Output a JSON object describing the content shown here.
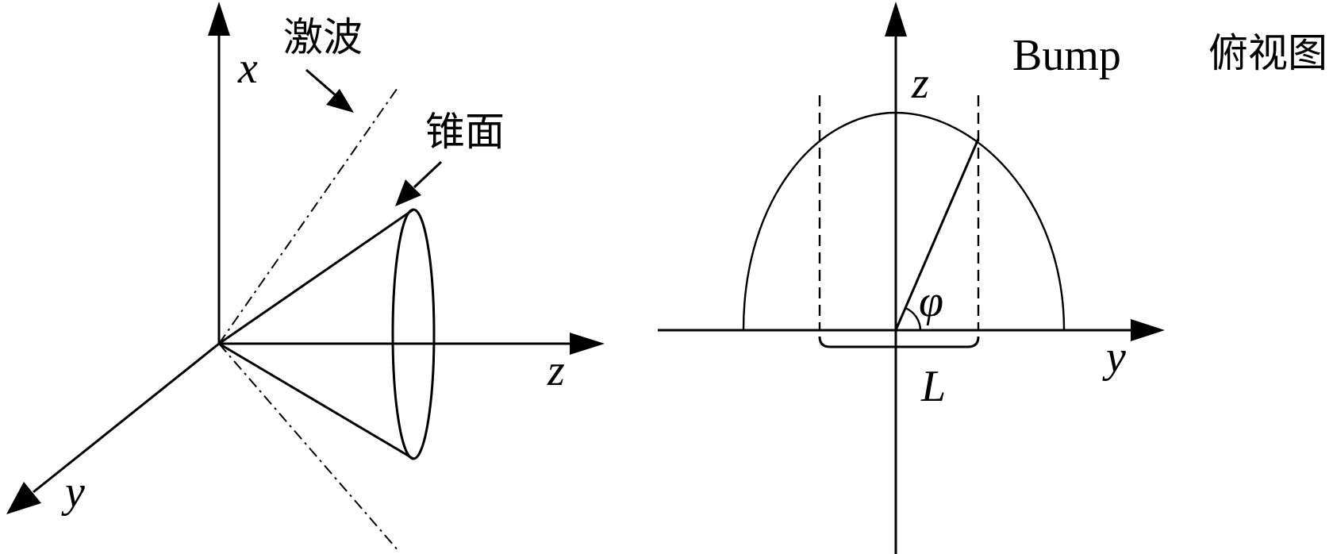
{
  "left_diagram": {
    "axis_x_label": "x",
    "axis_y_label": "y",
    "axis_z_label": "z",
    "shock_wave_label": "激波",
    "cone_surface_label": "锥面"
  },
  "right_diagram": {
    "title_latin": "Bump",
    "title_cn": "俯视图",
    "axis_z_label": "z",
    "axis_y_label": "y",
    "angle_label": "φ",
    "width_label": "L"
  }
}
